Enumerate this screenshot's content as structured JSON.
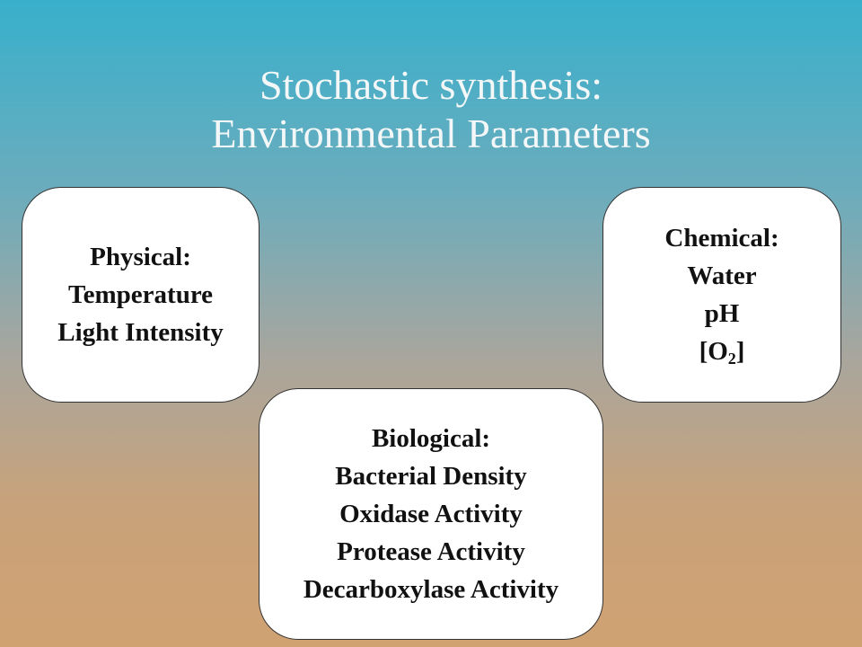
{
  "title": {
    "line1": "Stochastic synthesis:",
    "line2": "Environmental Parameters"
  },
  "physical": {
    "heading": "Physical:",
    "items": [
      "Temperature",
      "Light Intensity"
    ]
  },
  "chemical": {
    "heading": "Chemical:",
    "items": [
      "Water",
      "pH"
    ],
    "oxygen": {
      "open": "[O",
      "subscript": "2",
      "close": "]"
    }
  },
  "biological": {
    "heading": "Biological:",
    "items": [
      "Bacterial Density",
      "Oxidase Activity",
      "Protease Activity",
      "Decarboxylase Activity"
    ]
  }
}
